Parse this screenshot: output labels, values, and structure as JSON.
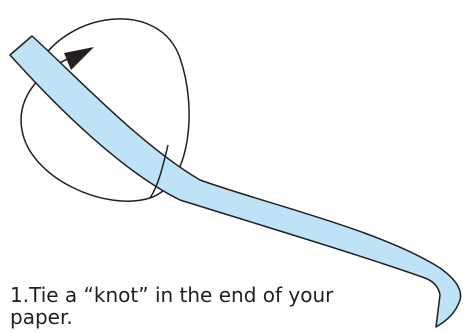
{
  "instruction": {
    "step_number": "1.",
    "text": "Tie a “knot” in the end of your paper."
  },
  "colors": {
    "strip_fill": "#bfe3f6",
    "strip_stroke": "#231f20",
    "loop_stroke": "#231f20",
    "arrow_fill": "#231f20",
    "caption_text": "#231f20"
  },
  "icons": {
    "strip": "paper-strip-shape",
    "loop": "knot-loop-path",
    "arrow": "arrowhead-triangle"
  }
}
